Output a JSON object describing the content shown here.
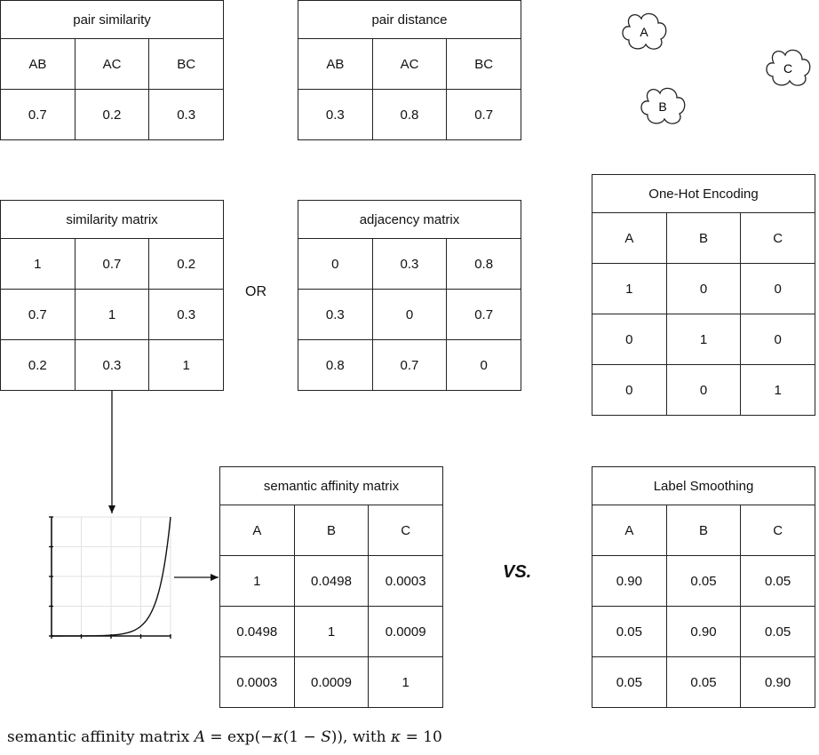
{
  "pair_similarity": {
    "title": "pair similarity",
    "headers": [
      "AB",
      "AC",
      "BC"
    ],
    "values": [
      "0.7",
      "0.2",
      "0.3"
    ]
  },
  "pair_distance": {
    "title": "pair distance",
    "headers": [
      "AB",
      "AC",
      "BC"
    ],
    "values": [
      "0.3",
      "0.8",
      "0.7"
    ]
  },
  "clouds": [
    "A",
    "B",
    "C"
  ],
  "similarity_matrix": {
    "title": "similarity matrix",
    "rows": [
      [
        "1",
        "0.7",
        "0.2"
      ],
      [
        "0.7",
        "1",
        "0.3"
      ],
      [
        "0.2",
        "0.3",
        "1"
      ]
    ]
  },
  "or_label": "OR",
  "adjacency_matrix": {
    "title": "adjacency matrix",
    "rows": [
      [
        "0",
        "0.3",
        "0.8"
      ],
      [
        "0.3",
        "0",
        "0.7"
      ],
      [
        "0.8",
        "0.7",
        "0"
      ]
    ]
  },
  "one_hot": {
    "title": "One-Hot Encoding",
    "headers": [
      "A",
      "B",
      "C"
    ],
    "rows": [
      [
        "1",
        "0",
        "0"
      ],
      [
        "0",
        "1",
        "0"
      ],
      [
        "0",
        "0",
        "1"
      ]
    ]
  },
  "semantic_affinity": {
    "title": "semantic affinity matrix",
    "headers": [
      "A",
      "B",
      "C"
    ],
    "rows": [
      [
        "1",
        "0.0498",
        "0.0003"
      ],
      [
        "0.0498",
        "1",
        "0.0009"
      ],
      [
        "0.0003",
        "0.0009",
        "1"
      ]
    ]
  },
  "vs_label": "VS.",
  "label_smoothing": {
    "title": "Label Smoothing",
    "headers": [
      "A",
      "B",
      "C"
    ],
    "rows": [
      [
        "0.90",
        "0.05",
        "0.05"
      ],
      [
        "0.05",
        "0.90",
        "0.05"
      ],
      [
        "0.05",
        "0.05",
        "0.90"
      ]
    ]
  },
  "curve": {
    "function": "exp(-10(1-x))",
    "x_range": [
      0,
      1
    ]
  },
  "formula": {
    "prefix": "semantic affinity matrix ",
    "var_A": "A",
    "eq": " = exp(−",
    "kappa": "κ",
    "mid": "(1 − ",
    "var_S": "S",
    "end": ")), with ",
    "kappa2": "κ",
    "tail": " = 10"
  }
}
